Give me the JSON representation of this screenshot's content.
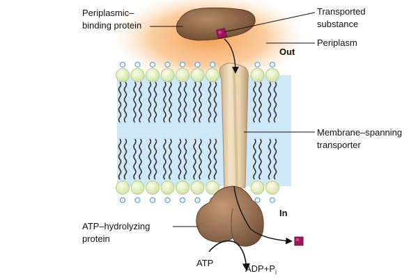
{
  "labels": {
    "periplasmic_binding_protein": [
      "Periplasmic–",
      "binding protein"
    ],
    "transported_substance": [
      "Transported",
      "substance"
    ],
    "periplasm": "Periplasm",
    "out": "Out",
    "membrane_spanning_transporter": [
      "Membrane–spanning",
      "transporter"
    ],
    "in": "In",
    "atp_hydrolyzing_protein": [
      "ATP–hydrolyzing",
      "protein"
    ],
    "atp": "ATP",
    "adp_pi": {
      "main": "ADP+P",
      "sub": "i"
    }
  },
  "colors": {
    "periplasm_glow": "#f6a55c",
    "membrane_core": "#cfe8f7",
    "lipid_head": "#e6f1c6",
    "lipid_head_stroke": "#b8cc86",
    "lipid_tail": "#333333",
    "inner_small_head": "#9cc8e8",
    "binding_protein": "#8a6245",
    "transporter": "#e8d2b0",
    "atpase": "#9a7052",
    "substance": "#a3165e"
  }
}
